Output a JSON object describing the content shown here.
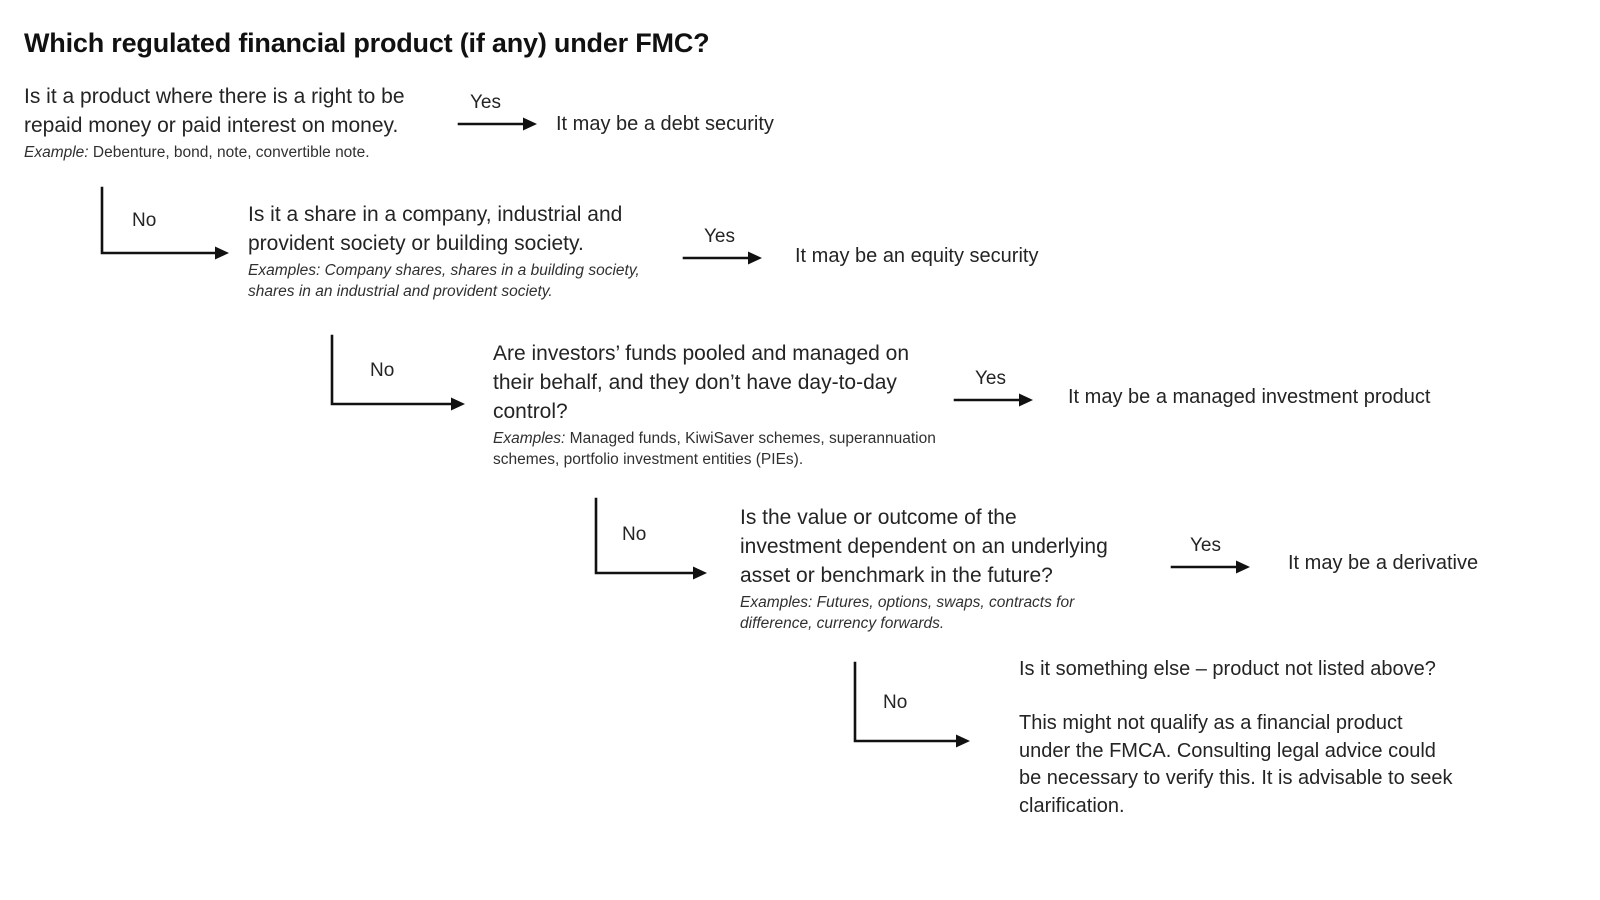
{
  "title": "Which regulated financial product (if any) under FMC?",
  "flow": {
    "type": "decision-flowchart",
    "yes_label": "Yes",
    "no_label": "No",
    "nodes": [
      {
        "id": "debt",
        "question": "Is it a product where there is a right to be repaid money or paid interest on money.",
        "question_lines": [
          "Is it a product where there is a right to be",
          "repaid money or paid interest on money."
        ],
        "examples_lead": "Example:",
        "examples_text": " Debenture, bond, note, convertible note.",
        "examples_italic": false,
        "yes_outcome": "It may be a debt security"
      },
      {
        "id": "equity",
        "question": "Is it a share in a company, industrial and provident society or building society.",
        "question_lines": [
          "Is it a share in a company, industrial and",
          "provident society or building society."
        ],
        "examples_lead": "Examples:",
        "examples_text": " Company shares, shares in a building society, shares in an industrial and provident society.",
        "examples_italic": true,
        "yes_outcome": "It may be an equity security"
      },
      {
        "id": "managed-investment",
        "question": "Are investors’ funds pooled and managed on their behalf, and they don’t have day-to-day control?",
        "question_lines": [
          "Are investors’ funds pooled and managed on",
          "their behalf, and they don’t have day-to-day",
          "control?"
        ],
        "examples_lead": "Examples:",
        "examples_text": " Managed funds, KiwiSaver schemes, superannuation schemes, portfolio investment entities (PIEs).",
        "examples_italic": false,
        "yes_outcome": "It may be a managed investment product"
      },
      {
        "id": "derivative",
        "question": "Is the value or outcome of the investment dependent on an underlying asset or benchmark in the future?",
        "question_lines": [
          "Is the value or outcome of the",
          "investment dependent on an underlying",
          "asset or benchmark in the future?"
        ],
        "examples_lead": "Examples:",
        "examples_text": " Futures, options, swaps, contracts for difference, currency forwards.",
        "examples_italic": true,
        "yes_outcome": "It may be a derivative"
      }
    ],
    "terminal": {
      "question": "Is it something else – product not listed above?",
      "note_lines": [
        "This might not qualify as a financial product",
        "under the FMCA. Consulting legal advice could",
        "be necessary to verify this. It is advisable to seek",
        "clarification."
      ]
    }
  },
  "colors": {
    "background": "#ffffff",
    "text": "#242424",
    "title": "#111111",
    "stroke": "#111111"
  }
}
